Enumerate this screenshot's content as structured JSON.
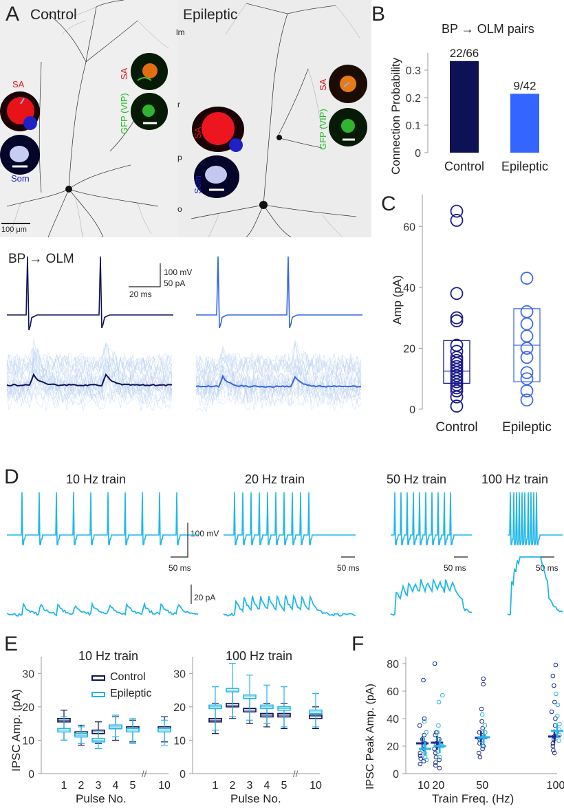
{
  "panelA": {
    "letter": "A",
    "control_title": "Control",
    "epileptic_title": "Epileptic",
    "layers": [
      "lm",
      "r",
      "p",
      "o"
    ],
    "inset_sa": "SA",
    "inset_som": "Som",
    "inset_gfp": "GFP (VIP)",
    "scale_bar": "100 μm",
    "pair_label": "BP → OLM",
    "scale_mv": "100 mV",
    "scale_pa": "50 pA",
    "scale_ms": "20 ms",
    "colors": {
      "control": "#0d1257",
      "epileptic": "#3465e6",
      "light": "#b9cff2",
      "sa_red": "#e8121b",
      "som_blue": "#1b1bd6",
      "gfp_green": "#17c21a"
    }
  },
  "panelB": {
    "letter": "B",
    "title": "BP → OLM pairs",
    "ylabel": "Connection Probability",
    "bar_labels": [
      "22/66",
      "9/42"
    ]
  },
  "panelC": {
    "letter": "C",
    "ylabel": "Amp (pA)"
  },
  "panelD": {
    "letter": "D",
    "trains": [
      "10 Hz train",
      "20 Hz train",
      "50 Hz train",
      "100 Hz train"
    ],
    "scale_mv": "100 mV",
    "scale_pa": "20 pA",
    "scale_ms": "50 ms"
  },
  "panelE": {
    "letter": "E",
    "ylabel": "IPSC Amp. (pA)",
    "xlabel": "Pulse No.",
    "legend": [
      "Control",
      "Epileptic"
    ]
  },
  "panelF": {
    "letter": "F",
    "ylabel": "IPSC Peak Amp. (pA)",
    "xlabel": "Train Freq. (Hz)"
  },
  "chart_data": [
    {
      "type": "bar",
      "title": "BP → OLM pairs",
      "ylabel": "Connection Probability",
      "categories": [
        "Control",
        "Epileptic"
      ],
      "values": [
        0.333,
        0.214
      ],
      "bar_labels": [
        "22/66",
        "9/42"
      ],
      "ylim": [
        0,
        0.35
      ],
      "yticks": [
        0,
        0.1,
        0.2,
        0.3
      ],
      "colors": [
        "#0d1257",
        "#3465ff"
      ]
    },
    {
      "type": "scatter",
      "ylabel": "Amp (pA)",
      "categories": [
        "Control",
        "Epileptic"
      ],
      "ylim": [
        0,
        70
      ],
      "yticks": [
        0,
        20,
        40,
        60
      ],
      "series": [
        {
          "name": "Control",
          "color": "#1a1a8f",
          "points": [
            65,
            62,
            38,
            30,
            29,
            21,
            19,
            17,
            16,
            15,
            14,
            13,
            12,
            11,
            10,
            9,
            8,
            7,
            6,
            4,
            1
          ],
          "box": {
            "q1": 8.5,
            "median": 12.5,
            "q3": 22.5
          }
        },
        {
          "name": "Epileptic",
          "color": "#3d6bef",
          "points": [
            43,
            32,
            28,
            24,
            20,
            17,
            12,
            10,
            6,
            3
          ],
          "box": {
            "q1": 9,
            "median": 21,
            "q3": 33
          }
        }
      ]
    },
    {
      "type": "bar",
      "title": "10 Hz train",
      "ylabel": "IPSC Amp. (pA)",
      "xlabel": "Pulse No.",
      "categories": [
        "1",
        "2",
        "3",
        "4",
        "5",
        "10"
      ],
      "ylim": [
        0,
        35
      ],
      "yticks": [
        0,
        10,
        20,
        30
      ],
      "series": [
        {
          "name": "Control",
          "color": "#0d1257",
          "values": [
            16,
            12,
            12.5,
            14,
            13.5,
            13.5
          ],
          "whisker_low": [
            10,
            8.5,
            9,
            10,
            9.5,
            9.5
          ],
          "whisker_high": [
            19,
            14.5,
            15.5,
            17,
            16,
            17
          ]
        },
        {
          "name": "Epileptic",
          "color": "#1fb7e8",
          "values": [
            13,
            11.5,
            10,
            14,
            13,
            13
          ],
          "whisker_low": [
            10,
            9,
            7.5,
            11,
            9,
            8.5
          ],
          "whisker_high": [
            17,
            14,
            12.5,
            17.5,
            16.5,
            16
          ]
        }
      ]
    },
    {
      "type": "bar",
      "title": "100 Hz train",
      "ylabel": "IPSC Amp. (pA)",
      "xlabel": "Pulse No.",
      "categories": [
        "1",
        "2",
        "3",
        "4",
        "5",
        "10"
      ],
      "ylim": [
        0,
        35
      ],
      "yticks": [
        0,
        10,
        20,
        30
      ],
      "series": [
        {
          "name": "Control",
          "color": "#0d1257",
          "values": [
            16,
            20.5,
            19,
            17.5,
            17.5,
            17
          ],
          "whisker_low": [
            12,
            16.5,
            15,
            14,
            13.5,
            13.5
          ],
          "whisker_high": [
            21,
            25,
            23,
            21,
            21,
            20
          ]
        },
        {
          "name": "Epileptic",
          "color": "#1fb7e8",
          "values": [
            20,
            25,
            23,
            20,
            19.5,
            18.5
          ],
          "whisker_low": [
            13,
            17,
            16,
            15,
            14,
            14
          ],
          "whisker_high": [
            26,
            33,
            29.5,
            26.5,
            26,
            24
          ]
        }
      ]
    },
    {
      "type": "scatter",
      "ylabel": "IPSC Peak Amp. (pA)",
      "xlabel": "Train Freq. (Hz)",
      "x": [
        10,
        20,
        50,
        100
      ],
      "ylim": [
        0,
        85
      ],
      "yticks": [
        0,
        20,
        40,
        60,
        80
      ],
      "series": [
        {
          "name": "Control",
          "color": "#1a2a8f",
          "means": [
            22,
            22.5,
            26,
            27
          ],
          "points": [
            [
              68,
              40,
              35,
              28,
              25,
              22,
              20,
              18,
              15,
              13,
              11,
              9,
              7
            ],
            [
              80,
              30,
              28,
              25,
              22,
              20,
              18,
              15,
              12,
              10,
              8,
              6,
              4
            ],
            [
              69,
              65,
              47,
              38,
              33,
              30,
              28,
              25,
              22,
              20,
              18,
              15,
              12
            ],
            [
              79,
              71,
              64,
              52,
              45,
              40,
              35,
              30,
              27,
              25,
              22,
              20,
              17,
              15
            ]
          ]
        },
        {
          "name": "Epileptic",
          "color": "#28b4ea",
          "means": [
            18,
            20,
            26.5,
            31
          ],
          "points": [
            [
              38,
              30,
              25,
              20,
              17,
              15,
              12,
              10
            ],
            [
              57,
              52,
              35,
              30,
              25,
              20,
              16,
              12
            ],
            [
              43,
              35,
              30,
              27,
              24,
              20
            ],
            [
              58,
              50,
              42,
              36,
              32,
              28,
              24
            ]
          ]
        }
      ]
    }
  ]
}
